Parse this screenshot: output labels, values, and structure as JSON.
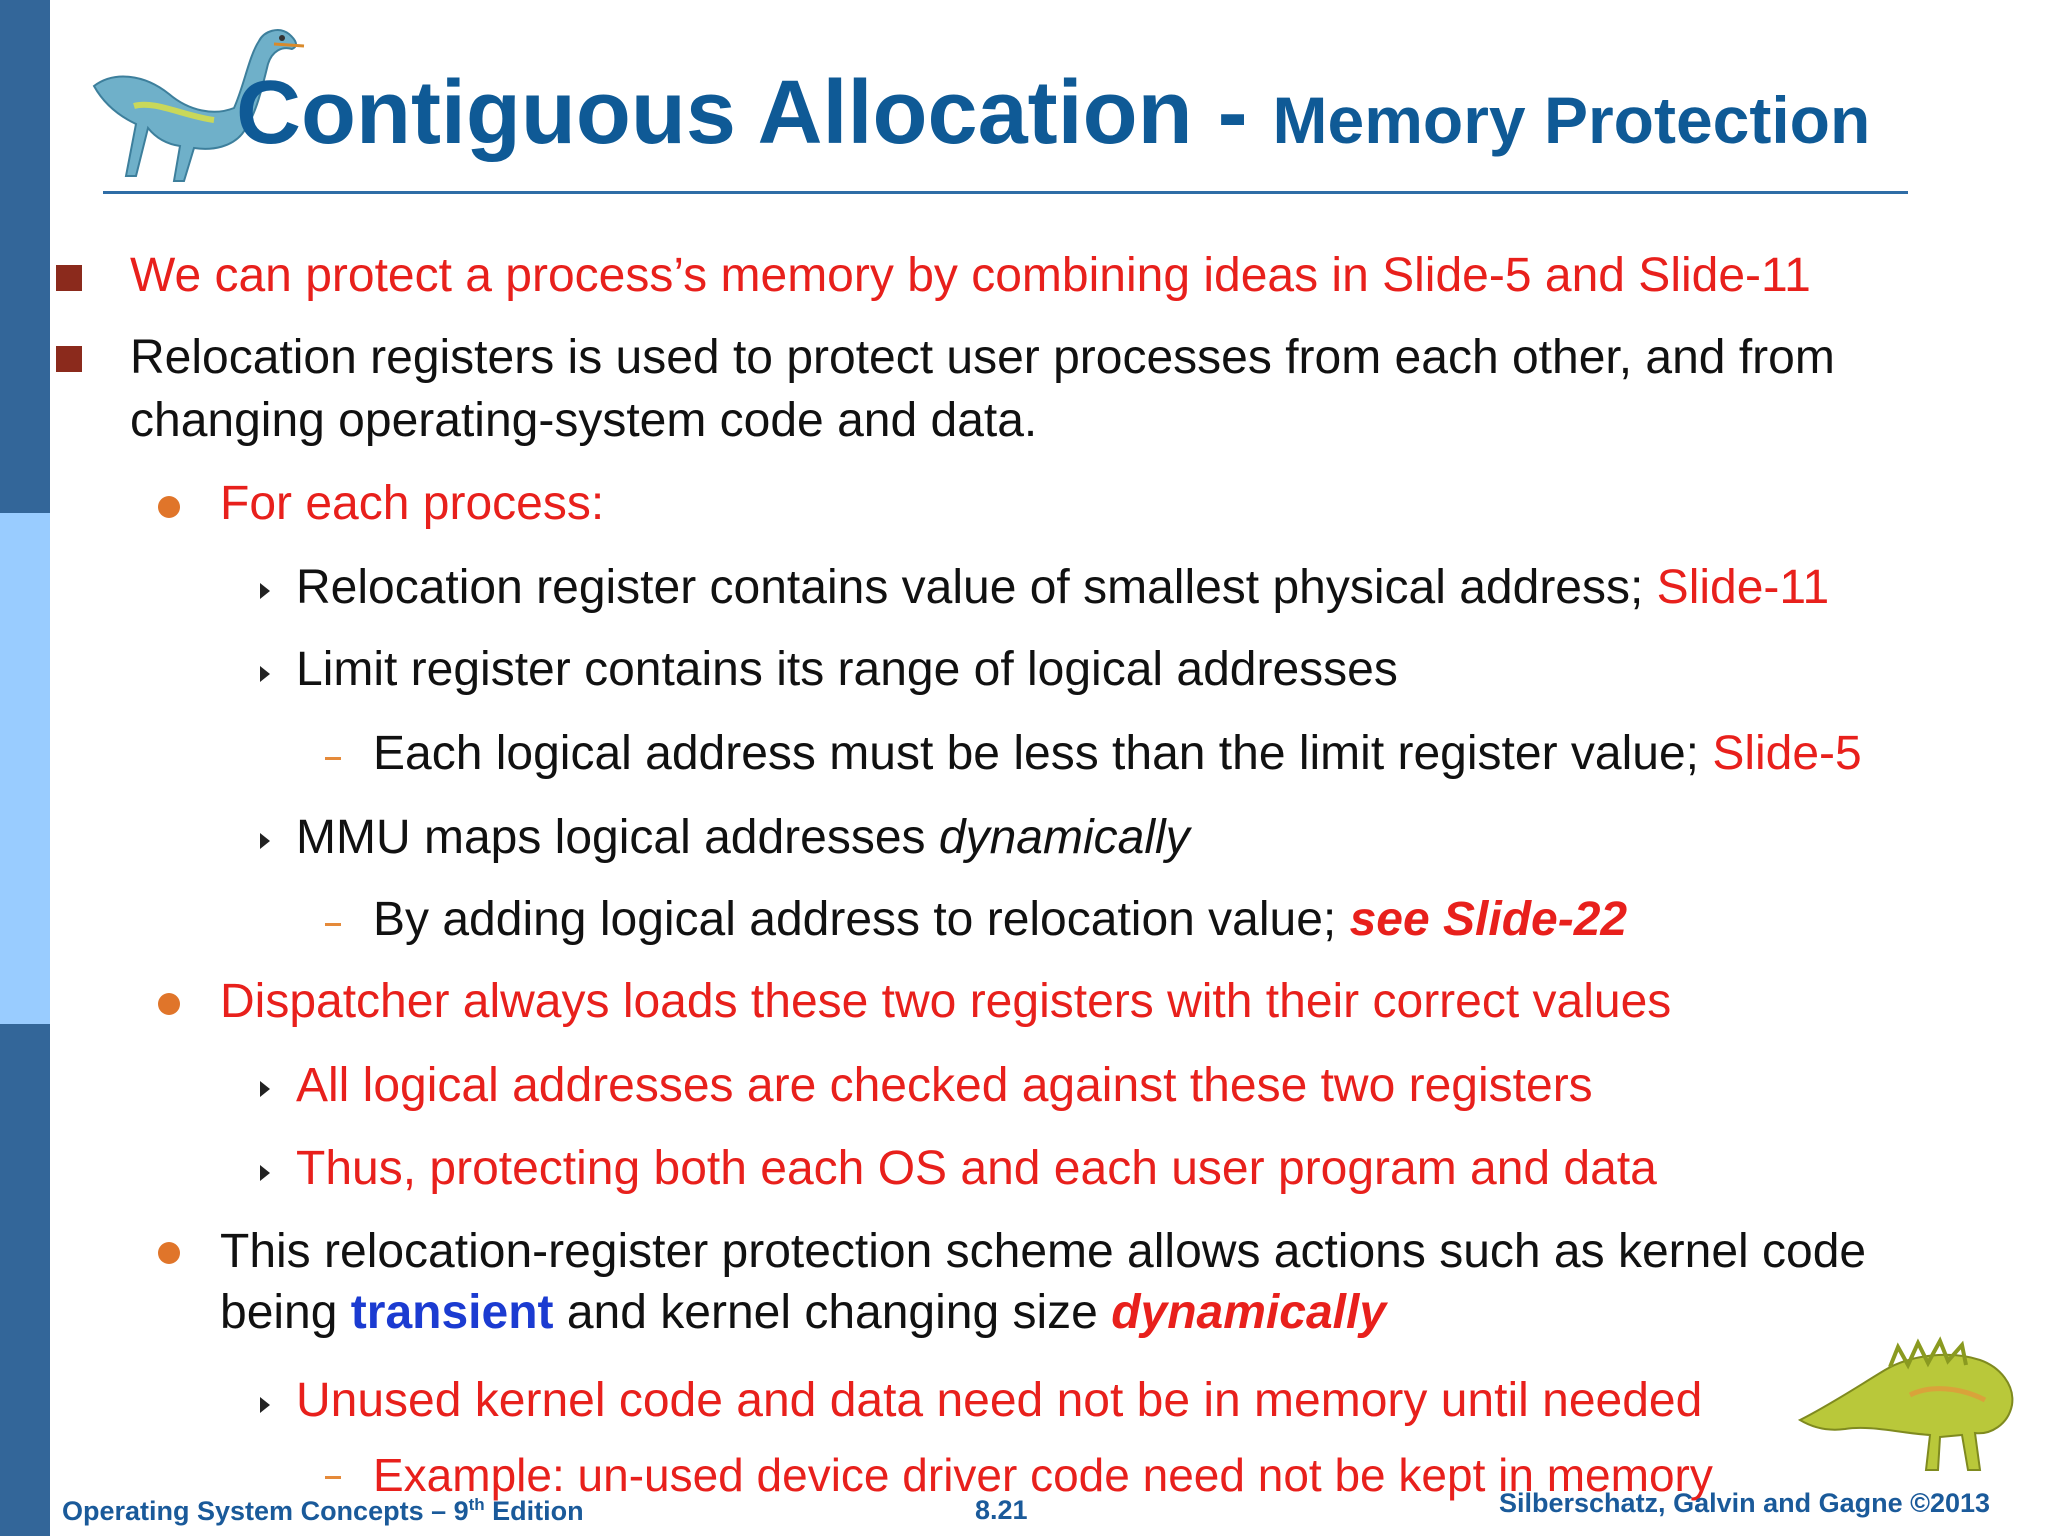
{
  "title": {
    "main": "Contiguous Allocation",
    "separator": " - ",
    "sub": "Memory Protection"
  },
  "bullets": {
    "b1": "We can protect a process’s memory by combining ideas in Slide-5 and Slide-11",
    "b2_line1": "Relocation registers is used to protect user processes from each other, and from",
    "b2_line2": "changing operating-system code and data.",
    "b3": "For each process:",
    "b4_text": "Relocation register contains value of smallest physical address; ",
    "b4_ref": "Slide-11",
    "b5": "Limit register contains its range of logical addresses",
    "b6_text": "Each logical address must be less than the limit register value; ",
    "b6_ref": "Slide-5",
    "b7_text": "MMU maps logical addresses ",
    "b7_italic": "dynamically",
    "b8_text": "By adding logical address to relocation value; ",
    "b8_ref": "see Slide-22",
    "b9": "Dispatcher always loads these two registers with their correct values",
    "b10": "All logical addresses are checked against these two registers",
    "b11": "Thus, protecting both each OS and each user program and data",
    "b12_line1": "This relocation-register protection scheme allows actions such as kernel code",
    "b12_line2_pre": "being ",
    "b12_line2_blue": "transient",
    "b12_line2_mid": " and kernel changing size ",
    "b12_line2_red": "dynamically",
    "b13": "Unused kernel code and data need not be in memory until needed",
    "b14": "Example: un-used device driver code need not be kept in memory"
  },
  "footer": {
    "left_pre": "Operating System Concepts – 9",
    "left_sup": "th",
    "left_post": " Edition",
    "center": "8.21",
    "right": "Silberschatz, Galvin and Gagne ©2013"
  },
  "colors": {
    "title": "#0f5a96",
    "emphasis_red": "#e8201c",
    "emphasis_blue": "#1b3bd1",
    "sidebar_dark": "#336699",
    "sidebar_light": "#99ccff"
  },
  "icons": {
    "top_left": "dinosaur-icon",
    "bottom_right": "dinosaur-icon"
  }
}
